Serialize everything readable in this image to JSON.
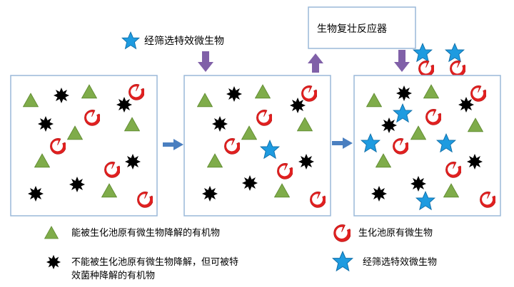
{
  "top_label": "经筛选特效微生物",
  "reactor_label": "生物复壮反应器",
  "legend": {
    "triangle_text": "能被生化池原有微生物降解的有机物",
    "pacman_text": "生化池原有微生物",
    "star_text": "经筛选特效微生物",
    "splat_text_line1": "不能被生化池原有微生物降解，但可被特",
    "splat_text_line2": "效菌种降解的有机物"
  },
  "colors": {
    "triangle": "#7fac4a",
    "pacman": "#e0201f",
    "star": "#1e9be0",
    "splat": "#000000",
    "arrow": "#8060a8",
    "flow_arrow": "#4a7fc0",
    "box_border": "#9ab9d9"
  },
  "icons": [
    "triangle-icon",
    "pacman-icon",
    "star-icon",
    "splat-icon",
    "arrow-down-icon",
    "arrow-up-icon",
    "arrow-right-icon"
  ]
}
